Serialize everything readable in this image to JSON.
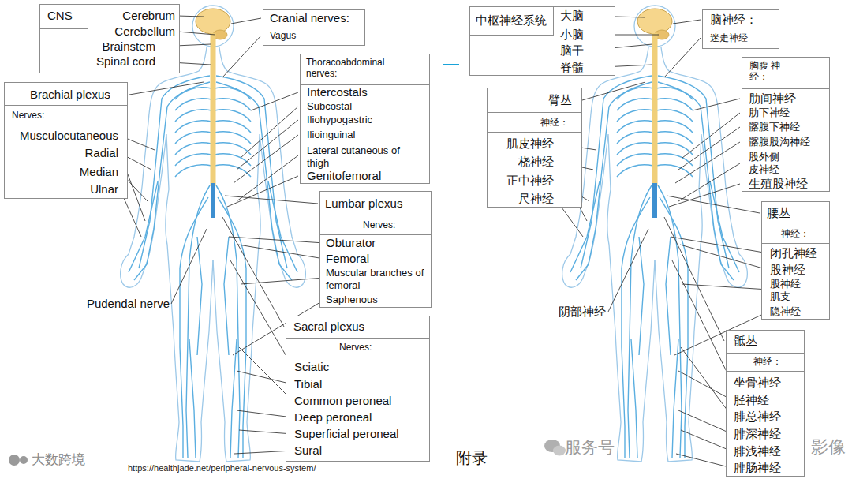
{
  "diagram": {
    "nodes": [
      {
        "text": [
          "Cerebrum",
          "Cerebellum",
          "Brainstem",
          "Spinal cord"
        ]
      },
      {
        "text": [
          "CNS"
        ],
        "in": 0
      },
      {
        "text": [
          "Cranial nerves:",
          "Vagus"
        ]
      },
      {
        "text": [
          "Brachial plexus",
          "Nerves:",
          "Musculocutaneous",
          "Radial",
          "Median",
          "Ulnar"
        ]
      },
      {
        "text": [
          "Thoracoabdominal nerves:",
          "Intercostals",
          "Subcostal",
          "Iliohypogastric",
          "Ilioinguinal",
          "Lateral cutaneous of thigh",
          "Genitofemoral"
        ]
      },
      {
        "text": [
          "Lumbar plexus",
          "Nerves:",
          "Obturator",
          "Femoral",
          "Muscular branches of femoral",
          "Saphenous"
        ]
      },
      {
        "text": [
          "Sacral plexus",
          "Nerves:",
          "Sciatic",
          "Tibial",
          "Common peroneal",
          "Deep peroneal",
          "Superficial peroneal",
          "Sural"
        ]
      },
      {
        "text": [
          "大脑",
          "小脑",
          "脑干",
          "脊髓"
        ]
      },
      {
        "text": [
          "中枢神经系统"
        ],
        "in": 7
      },
      {
        "text": [
          "脑神经：",
          "迷走神经"
        ]
      },
      {
        "text": [
          "臂丛",
          "神经：",
          "肌皮神经",
          "桡神经",
          "正中神经",
          "尺神经"
        ]
      },
      {
        "text": [
          "胸腹 神经：",
          "肋间神经",
          "肋下神经",
          "髂腹下神经",
          "髂腹股沟神经",
          "股外侧 皮神经",
          "生殖股神经"
        ]
      },
      {
        "text": [
          "腰丛",
          "神经：",
          "闭孔神经",
          "股神经",
          "股神经 肌支",
          "隐神经"
        ]
      },
      {
        "text": [
          "骶丛",
          "神经：",
          "坐骨神经",
          "胫神经",
          "腓总神经",
          "腓深神经",
          "腓浅神经",
          "腓肠神经"
        ]
      }
    ],
    "labels": [
      "Pudendal nerve",
      "https://healthjade.net/peripheral-nervous-system/",
      "阴部神经",
      "附录",
      "大数跨境",
      "服务号",
      "影像"
    ]
  }
}
